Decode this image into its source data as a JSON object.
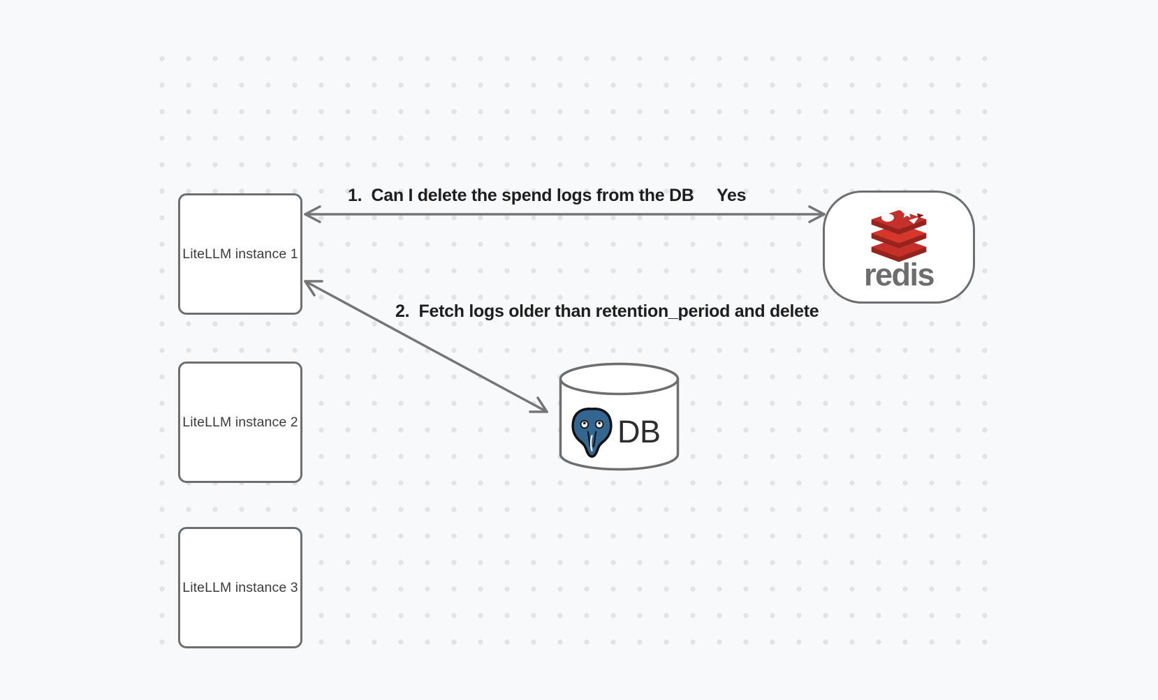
{
  "diagram": {
    "nodes": {
      "instance1": {
        "label": "LiteLLM instance 1"
      },
      "instance2": {
        "label": "LiteLLM instance 2"
      },
      "instance3": {
        "label": "LiteLLM instance 3"
      },
      "redis": {
        "wordmark": "redis"
      },
      "db": {
        "label": "DB"
      }
    },
    "edges": {
      "redis_query": {
        "label": "1.  Can I delete the spend logs from the DB",
        "answer": "Yes",
        "from": "LiteLLM instance 1",
        "to": "redis"
      },
      "db_fetch": {
        "label": "2.  Fetch logs older than retention_period and delete",
        "from": "LiteLLM instance 1",
        "to": "DB"
      }
    },
    "colors": {
      "background": "#f8f9fa",
      "grid_dot": "#e3e3e6",
      "node_border": "#6e6e6e",
      "node_fill": "#ffffff",
      "node_text": "#3b3b3b",
      "arrow": "#757575",
      "edge_label_text": "#1e1e1e",
      "redis_red": "#c6302b",
      "redis_red_dark": "#96231e",
      "redis_red_light": "#d5372a",
      "redis_wordmark_gray": "#6d6d6d",
      "postgres_blue": "#336791",
      "db_text": "#2d2d2d"
    }
  }
}
